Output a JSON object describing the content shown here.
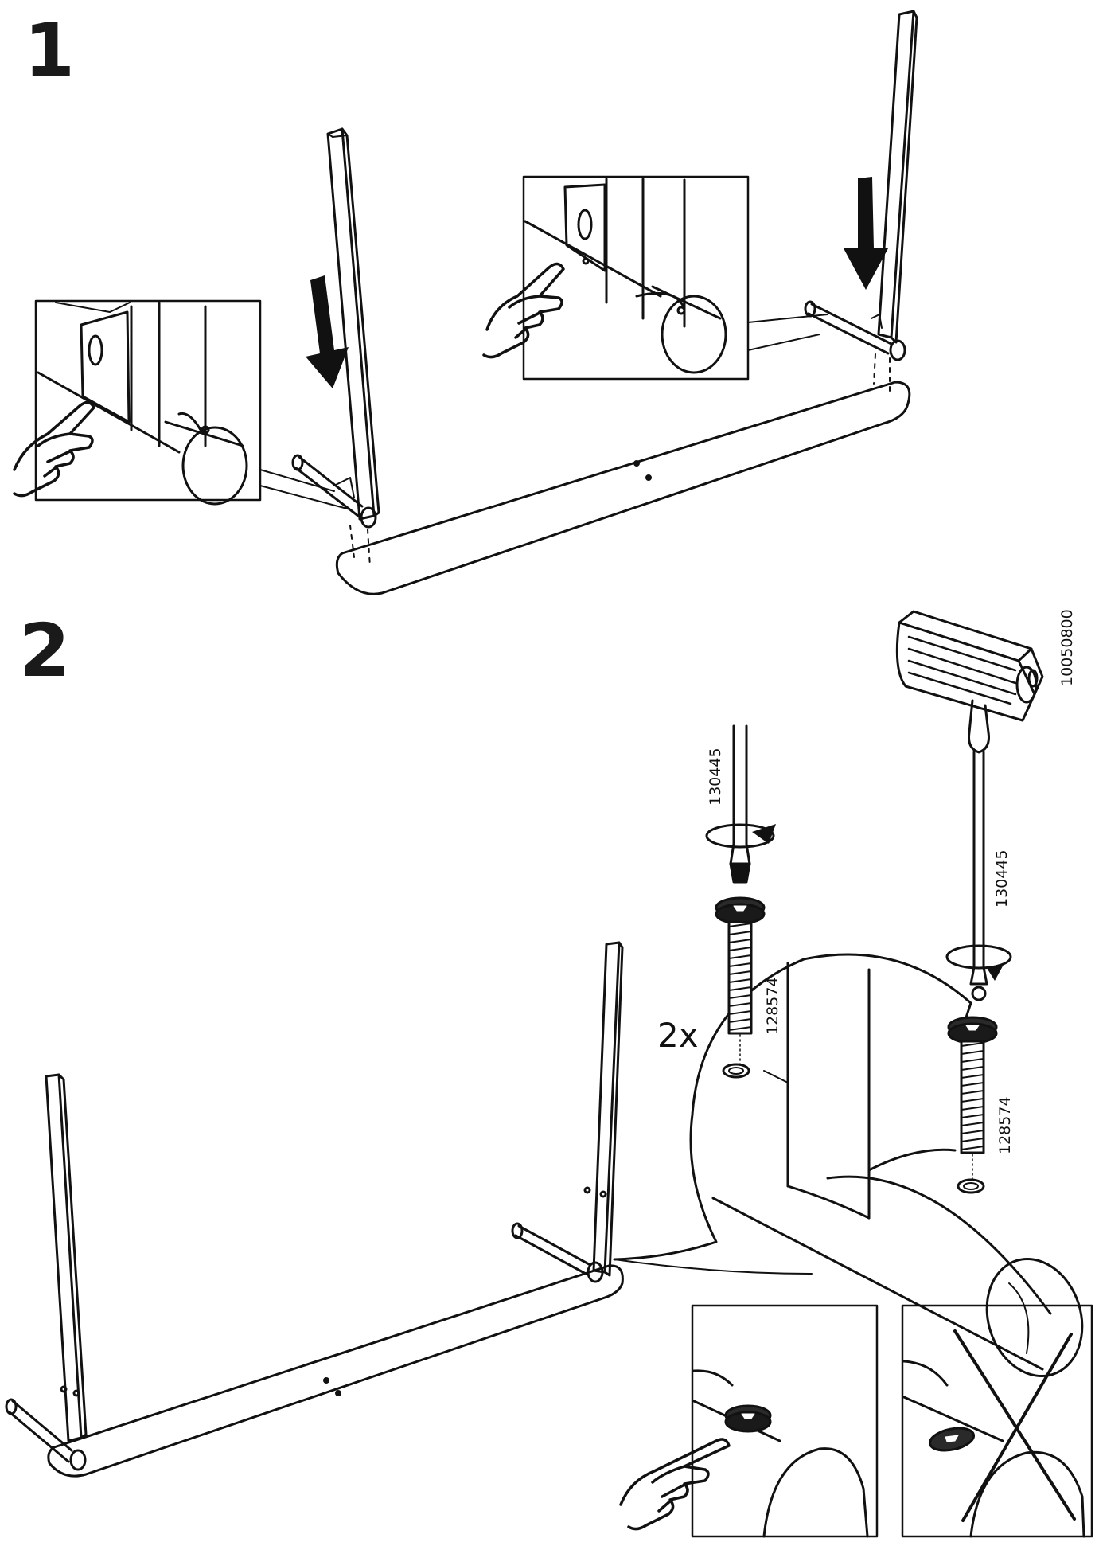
{
  "steps": [
    {
      "number": "1"
    },
    {
      "number": "2"
    }
  ],
  "part_numbers": {
    "allen_key_large": "10050800",
    "hex_bit": "130445",
    "hex_bit_2": "130445",
    "bolt_left": "128574",
    "bolt_right": "128574"
  },
  "quantity": {
    "bolts": "2x"
  },
  "colors": {
    "line": "#111111",
    "fill_dark": "#2a2a2a",
    "background": "#ffffff"
  },
  "icons": [
    "pointing-hand-icon",
    "down-arrow-icon",
    "rotate-arrow-icon",
    "cross-mark-icon"
  ]
}
